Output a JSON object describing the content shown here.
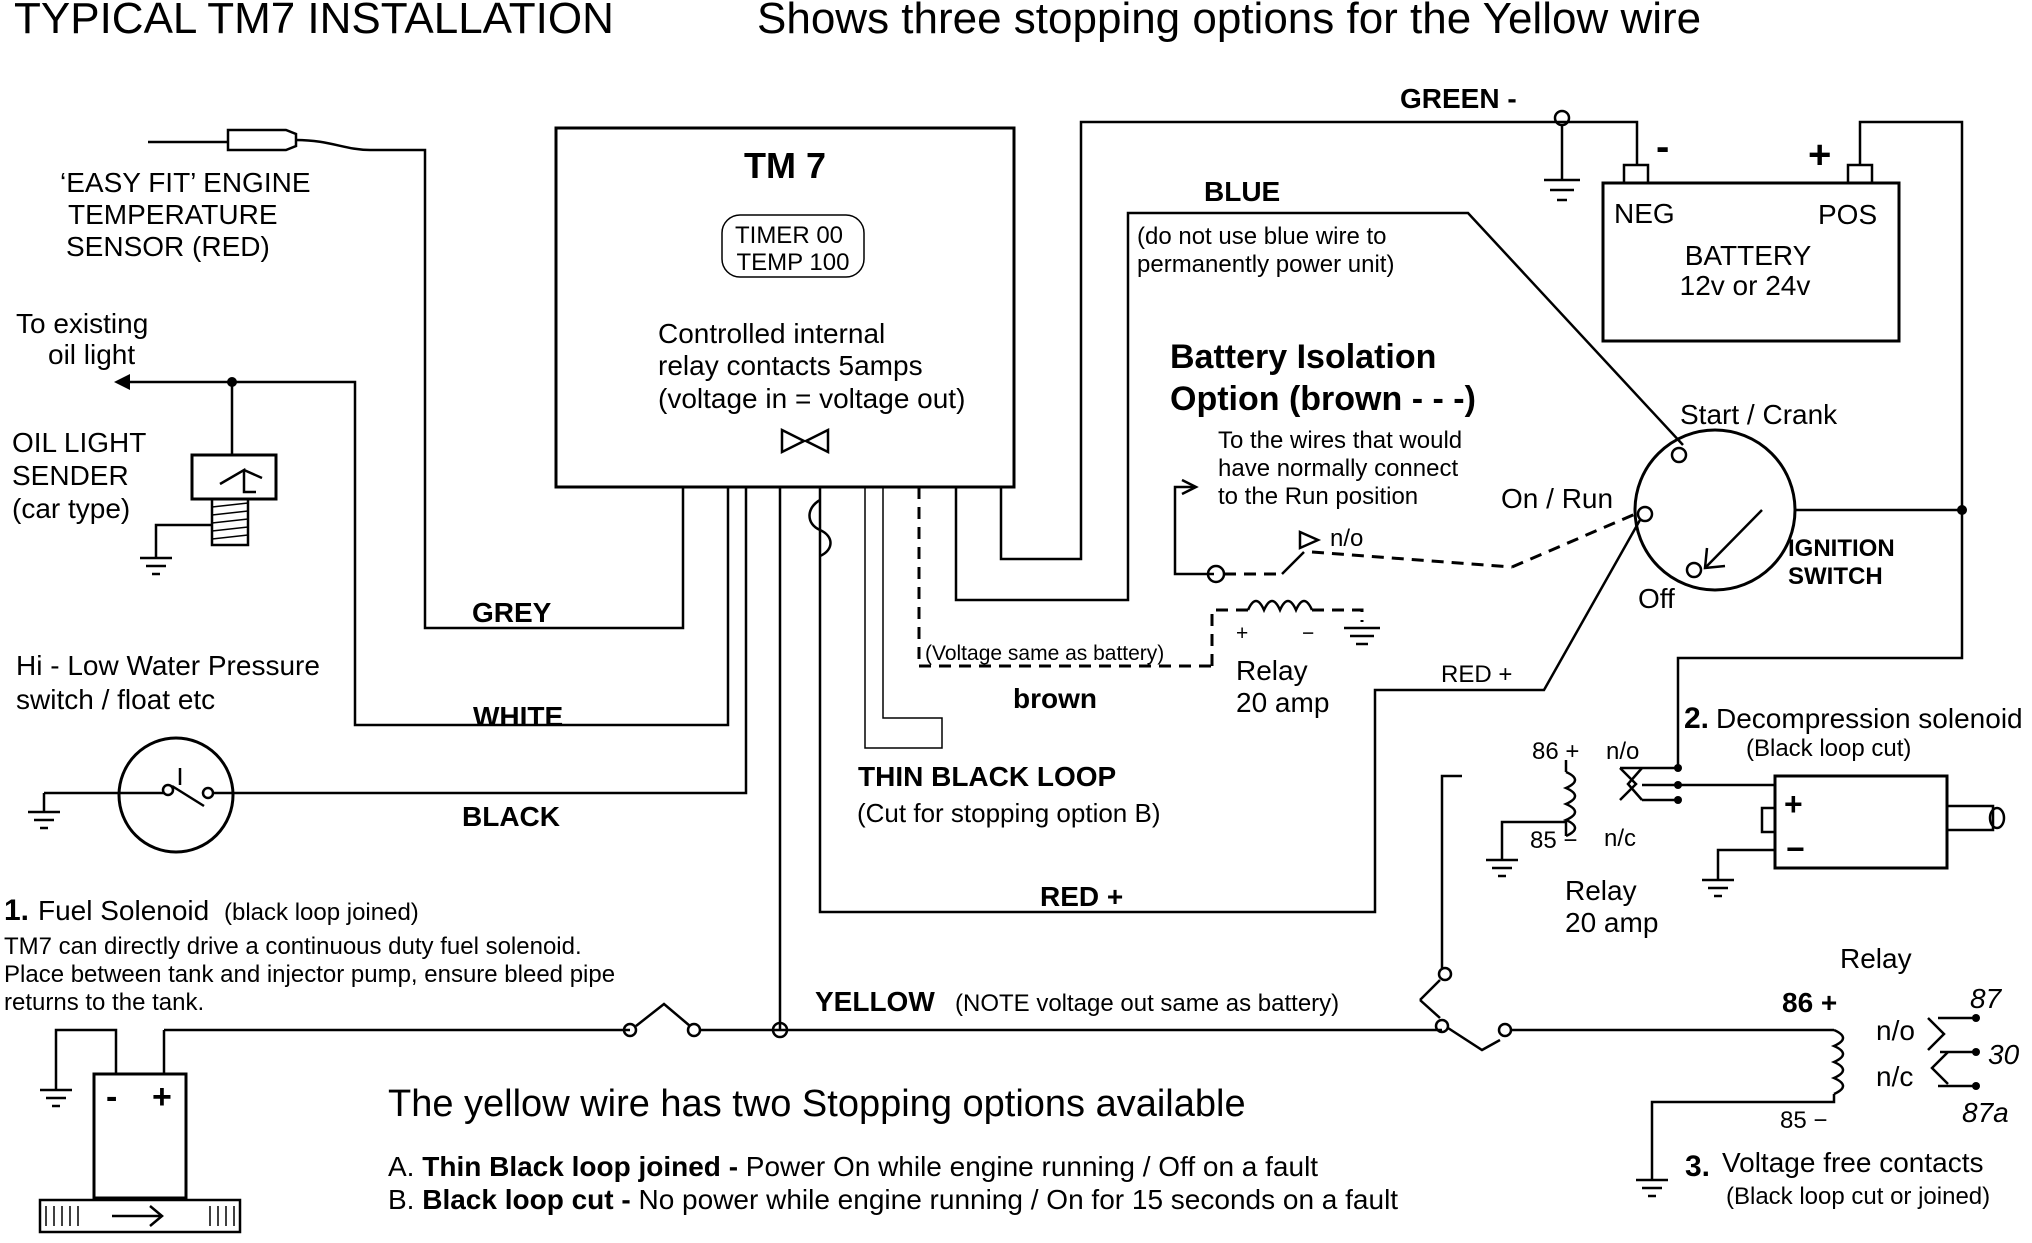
{
  "title": "TYPICAL TM7 INSTALLATION",
  "subtitle": "Shows three stopping options for the Yellow wire",
  "tm7": {
    "name": "TM 7",
    "display_line1": "TIMER 00",
    "display_line2": "TEMP 100",
    "desc1": "Controlled internal",
    "desc2": "relay contacts 5amps",
    "desc3": "(voltage in = voltage out)"
  },
  "temp_sensor": {
    "line1": "‘EASY FIT’ ENGINE",
    "line2": "TEMPERATURE",
    "line3": "SENSOR (RED)"
  },
  "oil_light": {
    "line1": "To existing",
    "line2": "oil light"
  },
  "oil_sender": {
    "line1": "OIL  LIGHT",
    "line2": "SENDER",
    "line3": "(car type)"
  },
  "water_switch": {
    "line1": "Hi - Low Water Pressure",
    "line2": "switch / float etc"
  },
  "wires": {
    "green": "GREEN -",
    "blue": "BLUE",
    "blue_note1": "(do not use blue wire to",
    "blue_note2": "permanently power unit)",
    "grey": "GREY",
    "white": "WHITE",
    "black": "BLACK",
    "brown": "brown",
    "brown_note": "(Voltage same as battery)",
    "red_plus_1": "RED +",
    "red_plus_2": "RED +",
    "yellow": "YELLOW",
    "yellow_note": "(NOTE voltage out same as battery)",
    "thin_black_loop": "THIN BLACK LOOP",
    "thin_black_loop_note": "(Cut for stopping option B)"
  },
  "battery": {
    "neg_sign": "-",
    "pos_sign": "+",
    "neg": "NEG",
    "pos": "POS",
    "label": "BATTERY",
    "voltage": "12v or 24v"
  },
  "isolation": {
    "heading1": "Battery Isolation",
    "heading2": "Option (brown - - -)",
    "note1": "To the wires that would",
    "note2": "have normally connect",
    "note3": "to the Run position",
    "no": "n/o",
    "relay1": "Relay",
    "relay2": "20 amp",
    "plus": "+",
    "minus": "−"
  },
  "ignition": {
    "start": "Start / Crank",
    "run": "On / Run",
    "off": "Off",
    "label1": "IGNITION",
    "label2": "SWITCH"
  },
  "decompression": {
    "num": "2.",
    "title": "Decompression solenoid",
    "note": "(Black loop cut)",
    "pin86": "86 +",
    "pin85": "85 −",
    "no": "n/o",
    "nc": "n/c",
    "plus": "+",
    "minus": "−",
    "relay1": "Relay",
    "relay2": "20 amp"
  },
  "fuel": {
    "num": "1.",
    "title": "Fuel Solenoid",
    "title_note": "(black loop joined)",
    "line1": "TM7 can directly drive a  continuous duty fuel solenoid.",
    "line2": "Place between tank and injector pump, ensure bleed pipe",
    "line3": "returns to the tank.",
    "minus": "-",
    "plus": "+"
  },
  "relay3": {
    "title": "Relay",
    "pin86": "86 +",
    "pin85": "85 −",
    "no": "n/o",
    "nc": "n/c",
    "p87": "87",
    "p30": "30",
    "p87a": "87a",
    "num": "3.",
    "label": "Voltage free contacts",
    "note": "(Black loop cut or joined)"
  },
  "options": {
    "heading": "The yellow wire has two Stopping options available",
    "a_prefix": "A. ",
    "a_bold": "Thin Black loop joined -",
    "a_text": " Power On while engine running / Off on a fault",
    "b_prefix": "B. ",
    "b_bold": "Black loop cut -",
    "b_text": " No power while engine running / On for 15 seconds on a fault"
  }
}
